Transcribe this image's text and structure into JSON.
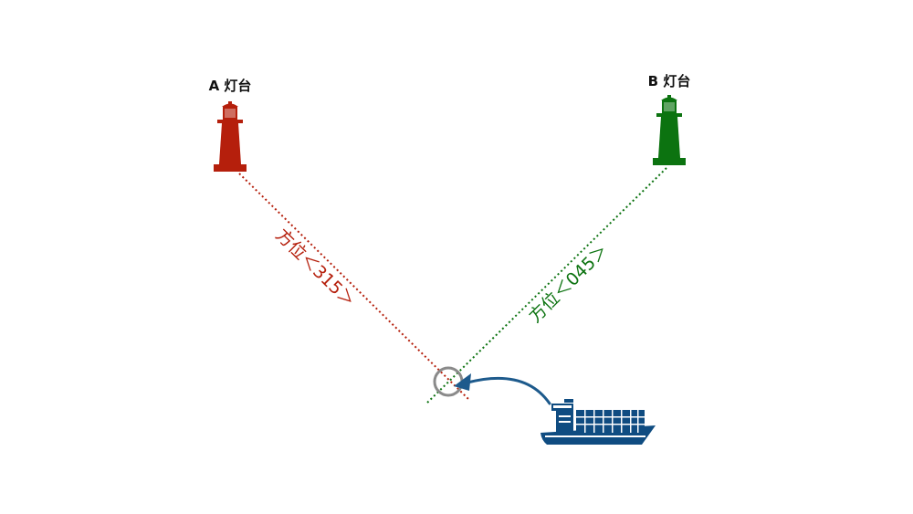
{
  "lighthouse_a": {
    "label": "A 灯台",
    "color": "#b51f0c"
  },
  "lighthouse_b": {
    "label": "B 灯台",
    "color": "#0c7310"
  },
  "bearing_a": {
    "label": "方位＜315＞",
    "color": "#b51f0c"
  },
  "bearing_b": {
    "label": "方位＜045＞",
    "color": "#0c7310"
  },
  "fix_marker": {
    "color": "#8a8a8a"
  },
  "ship": {
    "color": "#0f4c81"
  },
  "course_arrow": {
    "color": "#1d5a8c"
  }
}
